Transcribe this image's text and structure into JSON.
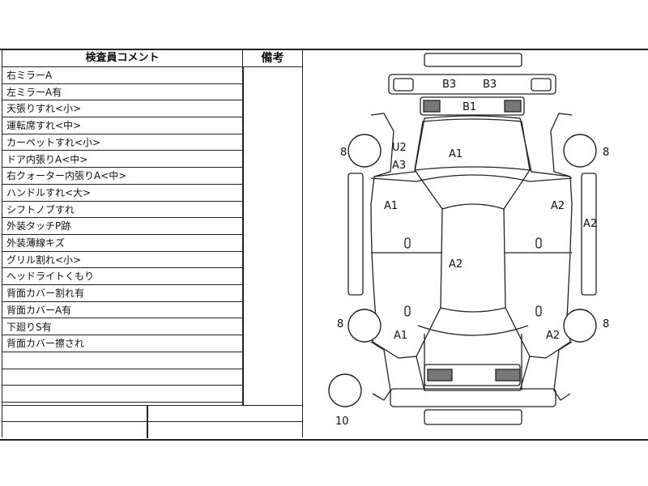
{
  "header": {
    "comment_title": "検査員コメント",
    "remark_title": "備考"
  },
  "comments": [
    "右ミラーA",
    "左ミラーA有",
    "天張りすれ<小>",
    "運転席すれ<中>",
    "カーペットすれ<小>",
    "ドア内張りA<中>",
    "右クォーター内張りA<中>",
    "ハンドルすれ<大>",
    "シフトノブすれ",
    "外装タッチP跡",
    "外装薄線キズ",
    "グリル割れ<小>",
    "ヘッドライトくもり",
    "背面カバー割れ有",
    "背面カバーA有",
    "下廻りS有",
    "背面カバー擦され",
    "",
    "",
    ""
  ],
  "diagram": {
    "labels": {
      "rear_bumper_left": "B3",
      "rear_bumper_right": "B3",
      "rear_panel": "B1",
      "roof_front": "A1",
      "u2": "U2",
      "a3": "A3",
      "left_rear_door": "A1",
      "right_rear_door": "A2",
      "right_side": "A2",
      "center": "A2",
      "left_front": "A1",
      "right_front": "A2",
      "wheel_rl": "8",
      "wheel_rr": "8",
      "wheel_fl": "8",
      "wheel_fr": "8",
      "spare": "10"
    }
  }
}
